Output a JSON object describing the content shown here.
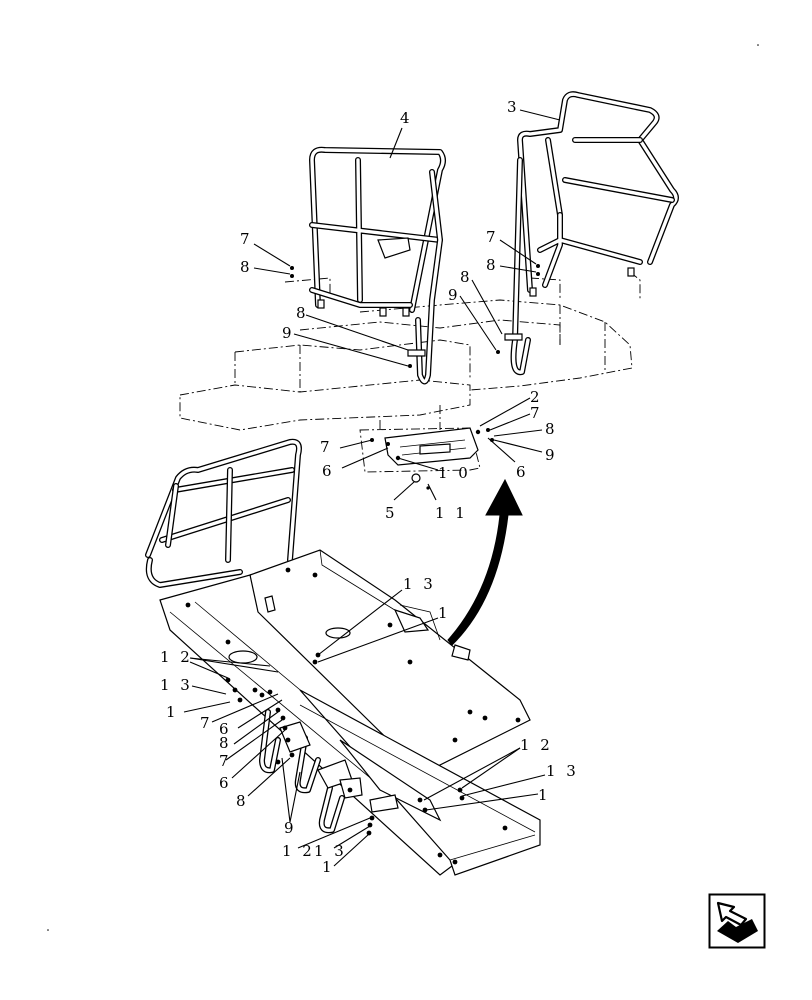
{
  "labels": {
    "l1a": "1",
    "l1b": "1",
    "l1c": "1",
    "l1d": "1",
    "l2": "2",
    "l3": "3",
    "l4": "4",
    "l5": "5",
    "l6a": "6",
    "l6b": "6",
    "l6c": "6",
    "l6d": "6",
    "l7a": "7",
    "l7b": "7",
    "l7c": "7",
    "l7d": "7",
    "l7e": "7",
    "l7f": "7",
    "l8a": "8",
    "l8b": "8",
    "l8c": "8",
    "l8d": "8",
    "l8e": "8",
    "l8f": "8",
    "l8g": "8",
    "l9a": "9",
    "l9b": "9",
    "l9c": "9",
    "l9d": "9",
    "l10": "1 0",
    "l11": "1 1",
    "l12a": "1 2",
    "l12b": "1 2",
    "l12c": "1 2",
    "l13a": "1 3",
    "l13b": "1 3",
    "l13c": "1 3",
    "l13d": "1 3"
  },
  "icons": {
    "nav": "return-arrow-icon"
  },
  "colors": {
    "ink": "#000000",
    "paper": "#ffffff"
  }
}
